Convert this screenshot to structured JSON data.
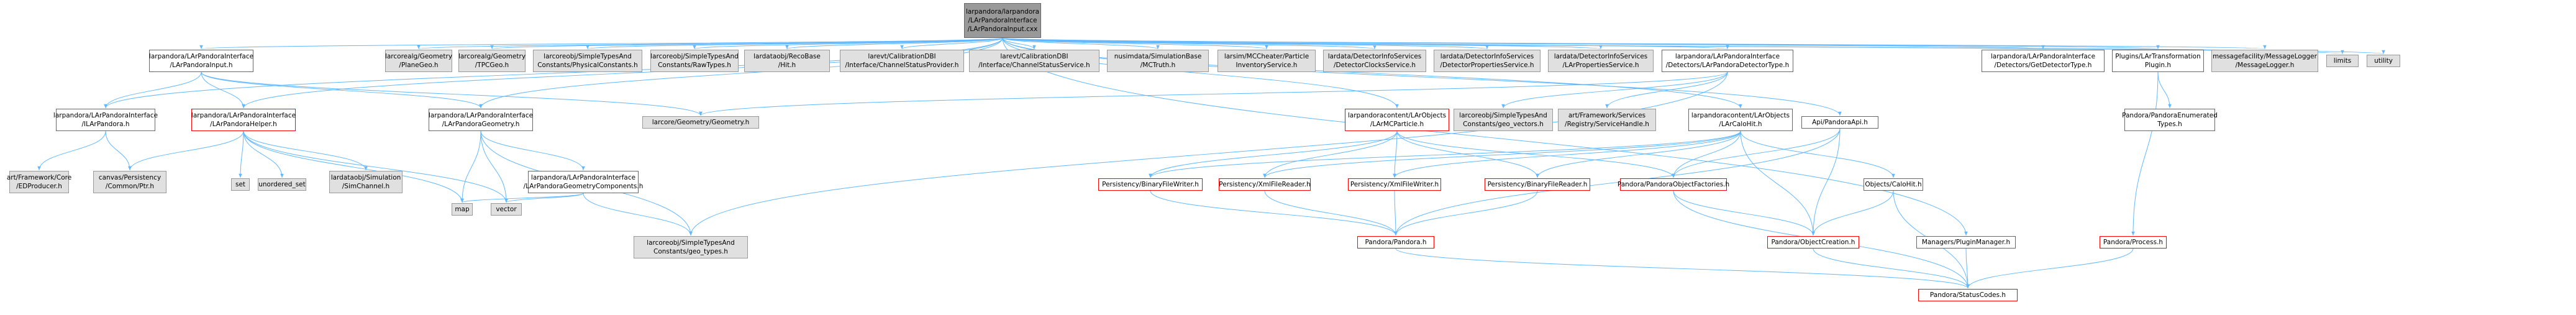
{
  "colors": {
    "edge": "#63b8ff",
    "node_border": "#666666",
    "missing_border": "#ff0000",
    "external_fill": "#e0e0e0",
    "root_fill": "#999999"
  },
  "nodes": [
    {
      "id": "root",
      "kind": "root",
      "lines": [
        "larpandora/larpandora",
        "/LArPandoraInterface",
        "/LArPandoraInput.cxx"
      ]
    },
    {
      "id": "input_h",
      "kind": "doc",
      "lines": [
        "larpandora/LArPandoraInterface",
        "/LArPandoraInput.h"
      ]
    },
    {
      "id": "tpcgeo",
      "kind": "ext",
      "lines": [
        "larcorealg/Geometry",
        "/PlaneGeo.h"
      ]
    },
    {
      "id": "tpcgeo2",
      "kind": "ext",
      "lines": [
        "larcorealg/Geometry",
        "/TPCGeo.h"
      ]
    },
    {
      "id": "physconst",
      "kind": "ext",
      "lines": [
        "larcoreobj/SimpleTypesAnd",
        "Constants/PhysicalConstants.h"
      ]
    },
    {
      "id": "rawtypes",
      "kind": "ext",
      "lines": [
        "larcoreobj/SimpleTypesAnd",
        "Constants/RawTypes.h"
      ]
    },
    {
      "id": "hit",
      "kind": "ext",
      "lines": [
        "lardataobj/RecoBase",
        "/Hit.h"
      ]
    },
    {
      "id": "chstat",
      "kind": "ext",
      "lines": [
        "larevt/CalibrationDBI",
        "/Interface/ChannelStatusProvider.h"
      ]
    },
    {
      "id": "chstatsvc",
      "kind": "ext",
      "lines": [
        "larevt/CalibrationDBI",
        "/Interface/ChannelStatusService.h"
      ]
    },
    {
      "id": "mctruth",
      "kind": "ext",
      "lines": [
        "nusimdata/SimulationBase",
        "/MCTruth.h"
      ]
    },
    {
      "id": "pisvc",
      "kind": "ext",
      "lines": [
        "larsim/MCCheater/Particle",
        "InventoryService.h"
      ]
    },
    {
      "id": "detclock",
      "kind": "ext",
      "lines": [
        "lardata/DetectorInfoServices",
        "/DetectorClocksService.h"
      ]
    },
    {
      "id": "detprop",
      "kind": "ext",
      "lines": [
        "lardata/DetectorInfoServices",
        "/DetectorPropertiesService.h"
      ]
    },
    {
      "id": "lartprop",
      "kind": "ext",
      "lines": [
        "lardata/DetectorInfoServices",
        "/LArPropertiesService.h"
      ]
    },
    {
      "id": "detype",
      "kind": "doc",
      "lines": [
        "larpandora/LArPandoraInterface",
        "/Detectors/LArPandoraDetectorType.h"
      ]
    },
    {
      "id": "getdet",
      "kind": "doc",
      "lines": [
        "larpandora/LArPandoraInterface",
        "/Detectors/GetDetectorType.h"
      ]
    },
    {
      "id": "plugins",
      "kind": "doc",
      "lines": [
        "Plugins/LArTransformation",
        "Plugin.h"
      ]
    },
    {
      "id": "msglog",
      "kind": "ext",
      "lines": [
        "messagefacility/MessageLogger",
        "/MessageLogger.h"
      ]
    },
    {
      "id": "limits",
      "kind": "ext",
      "lines": [
        "limits"
      ]
    },
    {
      "id": "utility",
      "kind": "ext",
      "lines": [
        "utility"
      ]
    },
    {
      "id": "larpandora_h",
      "kind": "doc",
      "lines": [
        "larpandora/LArPandoraInterface",
        "/ILArPandora.h"
      ]
    },
    {
      "id": "helper_h",
      "kind": "red",
      "lines": [
        "larpandora/LArPandoraInterface",
        "/LArPandoraHelper.h"
      ]
    },
    {
      "id": "geom_h",
      "kind": "doc",
      "lines": [
        "larpandora/LArPandoraInterface",
        "/LArPandoraGeometry.h"
      ]
    },
    {
      "id": "geometry",
      "kind": "ext",
      "lines": [
        "larcore/Geometry/Geometry.h"
      ]
    },
    {
      "id": "mcparticle",
      "kind": "red",
      "lines": [
        "larpandoracontent/LArObjects",
        "/LArMCParticle.h"
      ]
    },
    {
      "id": "geovec",
      "kind": "ext",
      "lines": [
        "larcoreobj/SimpleTypesAnd",
        "Constants/geo_vectors.h"
      ]
    },
    {
      "id": "svchandle",
      "kind": "ext",
      "lines": [
        "art/Framework/Services",
        "/Registry/ServiceHandle.h"
      ]
    },
    {
      "id": "calohit",
      "kind": "doc",
      "lines": [
        "larpandoracontent/LArObjects",
        "/LArCaloHit.h"
      ]
    },
    {
      "id": "pandoraapi",
      "kind": "doc",
      "lines": [
        "Api/PandoraApi.h"
      ]
    },
    {
      "id": "plugmgr",
      "kind": "doc",
      "lines": [
        "Managers/PluginManager.h"
      ]
    },
    {
      "id": "pandoraenum",
      "kind": "doc",
      "lines": [
        "Pandora/PandoraEnumerated",
        "Types.h"
      ]
    },
    {
      "id": "edproducer",
      "kind": "ext",
      "lines": [
        "art/Framework/Core",
        "/EDProducer.h"
      ]
    },
    {
      "id": "commonpt",
      "kind": "ext",
      "lines": [
        "canvas/Persistency",
        "/Common/Ptr.h"
      ]
    },
    {
      "id": "set",
      "kind": "ext",
      "lines": [
        "set"
      ]
    },
    {
      "id": "uset",
      "kind": "ext",
      "lines": [
        "unordered_set"
      ]
    },
    {
      "id": "simch",
      "kind": "ext",
      "lines": [
        "lardataobj/Simulation",
        "/SimChannel.h"
      ]
    },
    {
      "id": "geomcomp",
      "kind": "doc",
      "lines": [
        "larpandora/LArPandoraInterface",
        "/LArPandoraGeometryComponents.h"
      ]
    },
    {
      "id": "bfw",
      "kind": "red",
      "lines": [
        "Persistency/BinaryFileWriter.h"
      ]
    },
    {
      "id": "xfr",
      "kind": "red",
      "lines": [
        "Persistency/XmlFileReader.h"
      ]
    },
    {
      "id": "xfw",
      "kind": "red",
      "lines": [
        "Persistency/XmlFileWriter.h"
      ]
    },
    {
      "id": "bfr",
      "kind": "red",
      "lines": [
        "Persistency/BinaryFileReader.h"
      ]
    },
    {
      "id": "objfac",
      "kind": "red",
      "lines": [
        "Pandora/PandoraObjectFactories.h"
      ]
    },
    {
      "id": "calohit2",
      "kind": "doc",
      "lines": [
        "Objects/CaloHit.h"
      ]
    },
    {
      "id": "process",
      "kind": "red",
      "lines": [
        "Pandora/Process.h"
      ]
    },
    {
      "id": "map",
      "kind": "ext",
      "lines": [
        "map"
      ]
    },
    {
      "id": "vector",
      "kind": "ext",
      "lines": [
        "vector"
      ]
    },
    {
      "id": "geotypes",
      "kind": "ext",
      "lines": [
        "larcoreobj/SimpleTypesAnd",
        "Constants/geo_types.h"
      ]
    },
    {
      "id": "pandora",
      "kind": "red",
      "lines": [
        "Pandora/Pandora.h"
      ]
    },
    {
      "id": "objcreate",
      "kind": "red",
      "lines": [
        "Pandora/ObjectCreation.h"
      ]
    },
    {
      "id": "status",
      "kind": "red",
      "lines": [
        "Pandora/StatusCodes.h"
      ]
    }
  ]
}
